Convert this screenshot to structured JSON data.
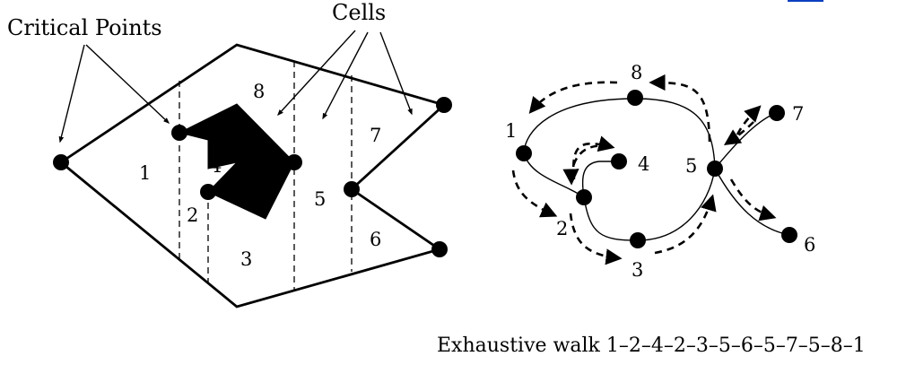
{
  "labels": {
    "critical_points": "Critical Points",
    "cells": "Cells",
    "walk_caption": "Exhaustive walk 1–2–4–2–3–5–6–5–7–5–8–1"
  },
  "cell_numbers": [
    "1",
    "2",
    "3",
    "4",
    "5",
    "6",
    "7",
    "8"
  ],
  "graph_nodes": [
    "1",
    "2",
    "3",
    "4",
    "5",
    "6",
    "7",
    "8"
  ],
  "colors": {
    "ink": "#000000",
    "accent_bar": "#0b3fbf"
  }
}
